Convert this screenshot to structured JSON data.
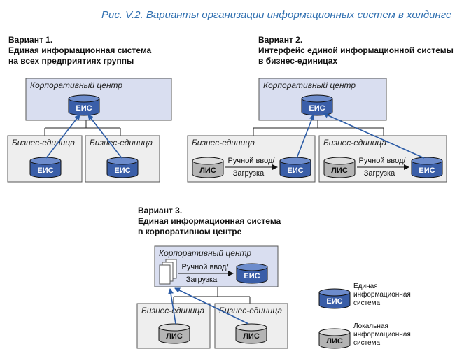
{
  "caption": "Рис. V.2. Варианты организации информационных систем в холдинге",
  "labels": {
    "corporate_center": "Корпоративный центр",
    "business_unit": "Бизнес-единица",
    "eis": "ЕИС",
    "lis": "ЛИС",
    "manual_input": "Ручной ввод/",
    "upload": "Загрузка"
  },
  "variants": [
    {
      "title": "Вариант 1.",
      "line2": "Единая информационная система",
      "line3": "на всех предприятиях группы"
    },
    {
      "title": "Вариант 2.",
      "line2": "Интерфейс единой информационной системы",
      "line3": "в бизнес-единицах"
    },
    {
      "title": "Вариант 3.",
      "line2": "Единая информационная система",
      "line3": "в корпоративном центре"
    }
  ],
  "legend": [
    {
      "symbol": "ЕИС",
      "line1": "Единая",
      "line2": "информационная",
      "line3": "система"
    },
    {
      "symbol": "ЛИС",
      "line1": "Локальная",
      "line2": "информационная",
      "line3": "система"
    }
  ],
  "colors": {
    "caption": "#2f6fb0",
    "box_fill_center": "#d9def0",
    "box_fill_unit": "#eeeeee",
    "eis_fill": "#3a5ea8",
    "lis_fill": "#b4b4b4",
    "arrow": "#2b5ba6"
  }
}
